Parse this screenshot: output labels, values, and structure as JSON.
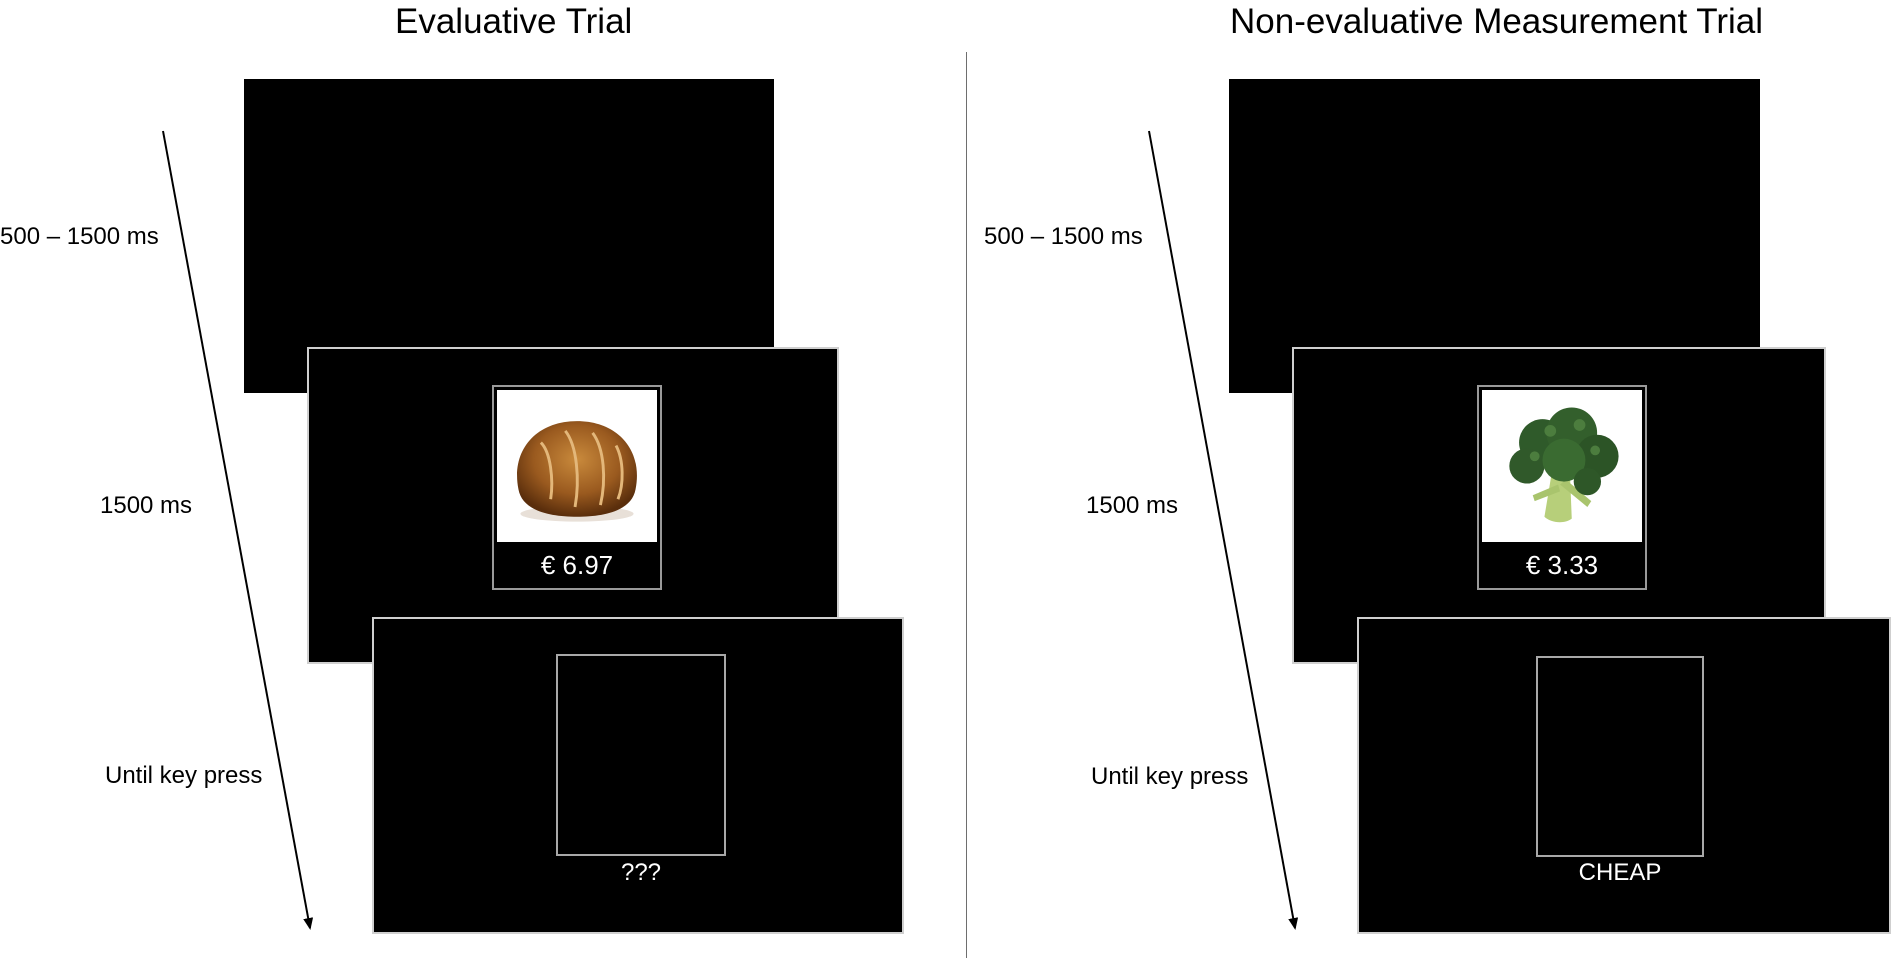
{
  "panels": {
    "evaluative": {
      "title": "Evaluative Trial",
      "timings": [
        "500 – 1500 ms",
        "1500 ms",
        "Until key press"
      ],
      "price": "€ 6.97",
      "product_icon": "bread-loaf-icon",
      "response_text": "???"
    },
    "non_evaluative": {
      "title": "Non-evaluative Measurement Trial",
      "timings": [
        "500 – 1500 ms",
        "1500 ms",
        "Until key press"
      ],
      "price": "€ 3.33",
      "product_icon": "broccoli-icon",
      "response_text": "CHEAP"
    }
  },
  "colors": {
    "screen": "#000000",
    "background": "#ffffff",
    "text_on_screen": "#ffffff"
  }
}
